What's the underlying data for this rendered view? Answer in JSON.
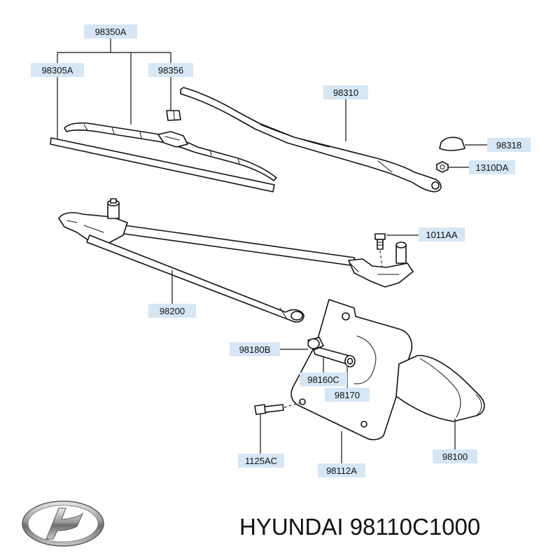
{
  "diagram": {
    "labels": {
      "l98350A": "98350A",
      "l98305A": "98305A",
      "l98356": "98356",
      "l98310": "98310",
      "l98318": "98318",
      "l1310DA": "1310DA",
      "l1011AA": "1011AA",
      "l98200": "98200",
      "l98180B": "98180B",
      "l98160C": "98160C",
      "l98170": "98170",
      "l1125AC": "1125AC",
      "l98112A": "98112A",
      "l98100": "98100"
    }
  },
  "footer": {
    "brand": "HYUNDAI",
    "part_number": "98110C1000",
    "logo_icon": "hyundai-logo-icon"
  }
}
